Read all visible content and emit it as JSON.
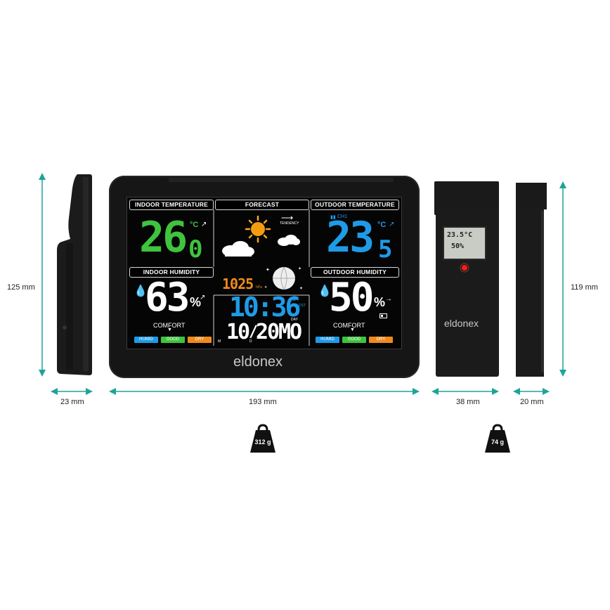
{
  "dimensions": {
    "side_height": "125 mm",
    "side_depth": "23 mm",
    "main_width": "193 mm",
    "sensor_width": "38 mm",
    "sensor_depth": "20 mm",
    "sensor_height": "119 mm"
  },
  "weights": {
    "main": "312 g",
    "sensor": "74 g"
  },
  "brand": "eldonex",
  "display": {
    "indoor_temp_label": "INDOOR TEMPERATURE",
    "forecast_label": "FORECAST",
    "outdoor_temp_label": "OUTDOOR TEMPERATURE",
    "indoor_humidity_label": "INDOOR HUMIDITY",
    "outdoor_humidity_label": "OUTDOOR HUMIDITY",
    "indoor_temp_value": "26",
    "indoor_temp_decimal": "0",
    "outdoor_temp_value": "23",
    "outdoor_temp_decimal": "5",
    "temp_unit": "°C",
    "indoor_humidity_value": "63",
    "outdoor_humidity_value": "50",
    "humidity_unit": "%",
    "tendency": "TENDENCY",
    "channel": "CH1",
    "pressure_value": "1025",
    "pressure_unit": "hPa",
    "time": "10:36",
    "dst": "DST",
    "day_label": "DAY",
    "date_day": "10",
    "date_month": "20",
    "weekday": "MO",
    "month_marker": "M",
    "day_marker": "D",
    "comfort": "COMFORT",
    "humid": "HUMID",
    "good": "GOOD",
    "dry": "DRY"
  },
  "sensor_display": {
    "temp": "23.5°C",
    "humidity": "50%"
  },
  "colors": {
    "green": "#3ec43e",
    "blue": "#1e9be8",
    "orange": "#f08a1c",
    "teal_arrow": "#1ea39a"
  }
}
